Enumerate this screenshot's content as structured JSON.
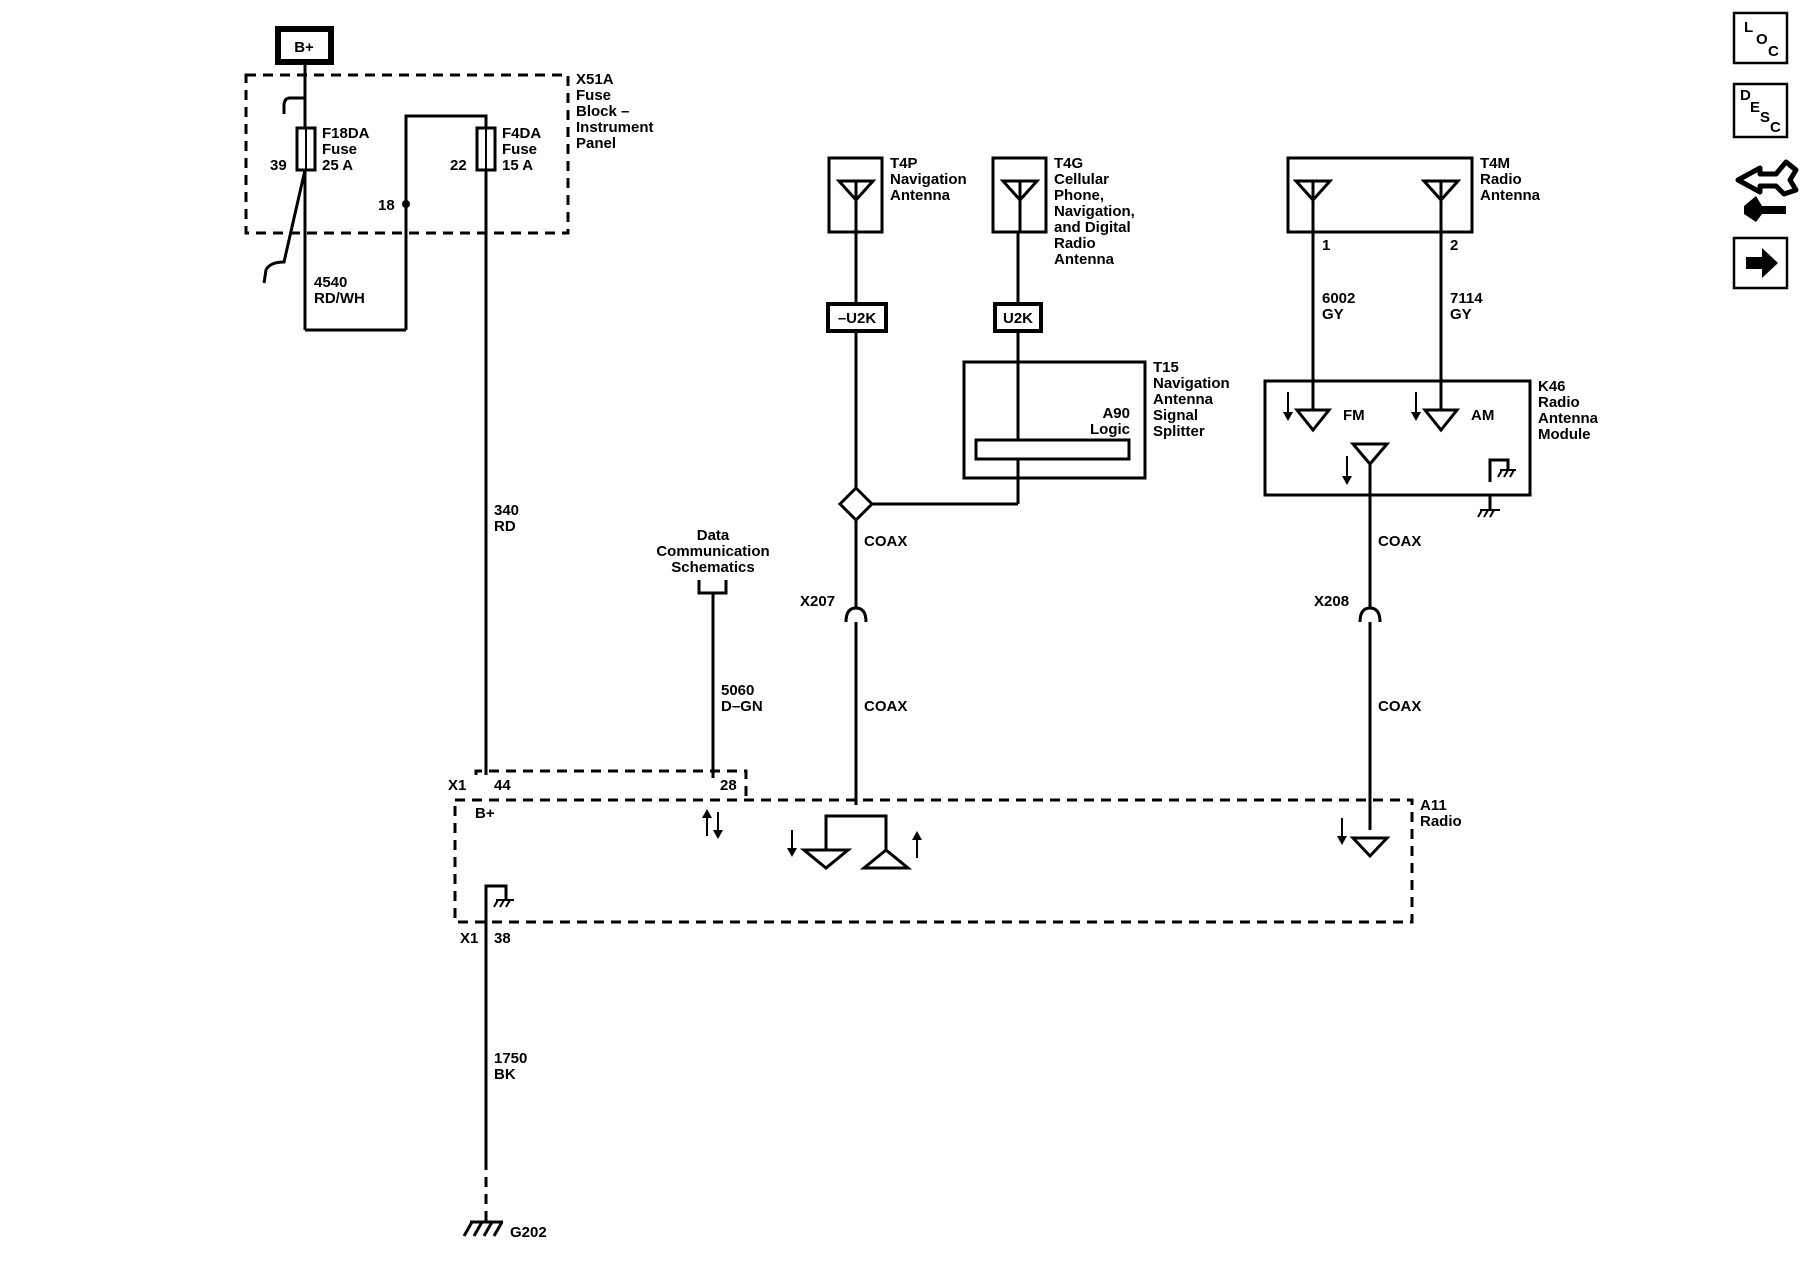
{
  "power": {
    "battery_label": "B+"
  },
  "fuse_block": {
    "id": "X51A",
    "name_lines": [
      "Fuse",
      "Block –",
      "Instrument",
      "Panel"
    ],
    "fuses": [
      {
        "id": "F18DA",
        "type": "Fuse",
        "rating": "25 A",
        "pin": "39"
      },
      {
        "id": "F4DA",
        "type": "Fuse",
        "rating": "15 A",
        "pin": "22"
      }
    ],
    "splice_pin": "18"
  },
  "wires": {
    "w4540": {
      "circuit": "4540",
      "color": "RD/WH"
    },
    "w340": {
      "circuit": "340",
      "color": "RD"
    },
    "w5060": {
      "circuit": "5060",
      "color": "D–GN"
    },
    "w1750": {
      "circuit": "1750",
      "color": "BK"
    },
    "w6002": {
      "circuit": "6002",
      "color": "GY"
    },
    "w7114": {
      "circuit": "7114",
      "color": "GY"
    },
    "coax_label": "COAX"
  },
  "data_comm": {
    "lines": [
      "Data",
      "Communication",
      "Schematics"
    ]
  },
  "antennas": {
    "t4p": {
      "id": "T4P",
      "lines": [
        "Navigation",
        "Antenna"
      ],
      "connector": "–U2K"
    },
    "t4g": {
      "id": "T4G",
      "lines": [
        "Cellular",
        "Phone,",
        "Navigation,",
        "and Digital",
        "Radio",
        "Antenna"
      ],
      "connector": "U2K"
    },
    "t4m": {
      "id": "T4M",
      "lines": [
        "Radio",
        "Antenna"
      ],
      "pins": [
        "1",
        "2"
      ]
    }
  },
  "splitter": {
    "id": "T15",
    "lines": [
      "Navigation",
      "Antenna",
      "Signal",
      "Splitter"
    ],
    "logic_lines": [
      "A90",
      "Logic"
    ]
  },
  "antenna_module": {
    "id": "K46",
    "lines": [
      "Radio",
      "Antenna",
      "Module"
    ],
    "fm": "FM",
    "am": "AM"
  },
  "connectors": {
    "x207": "X207",
    "x208": "X208"
  },
  "radio": {
    "id": "A11",
    "name": "Radio",
    "conn": "X1",
    "pin_bplus": "44",
    "pin_data": "28",
    "pin_ground": "38",
    "bplus_label": "B+"
  },
  "ground": {
    "id": "G202"
  },
  "side_nav": {
    "loc": [
      "L",
      "O",
      "C"
    ],
    "desc": [
      "D",
      "E",
      "S",
      "C"
    ],
    "icons": [
      "connector-end-view-icon",
      "next-arrow-icon"
    ]
  }
}
